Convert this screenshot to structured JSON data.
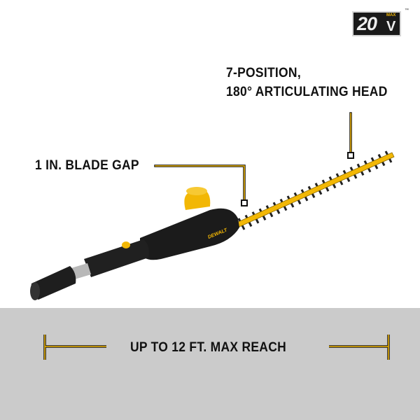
{
  "badge": {
    "voltage": "20",
    "unit": "V",
    "max": "MAX",
    "trademark": "™"
  },
  "callouts": {
    "head_line1": "7-POSITION,",
    "head_line2": "180° ARTICULATING HEAD",
    "blade_gap": "1 IN. BLADE GAP",
    "reach": "UP TO 12 FT. MAX REACH"
  },
  "brand": {
    "logo_text": "DEWALT"
  },
  "colors": {
    "accent": "#f2b705",
    "band": "#cbcbcb",
    "tool_body": "#1b1b1b"
  }
}
